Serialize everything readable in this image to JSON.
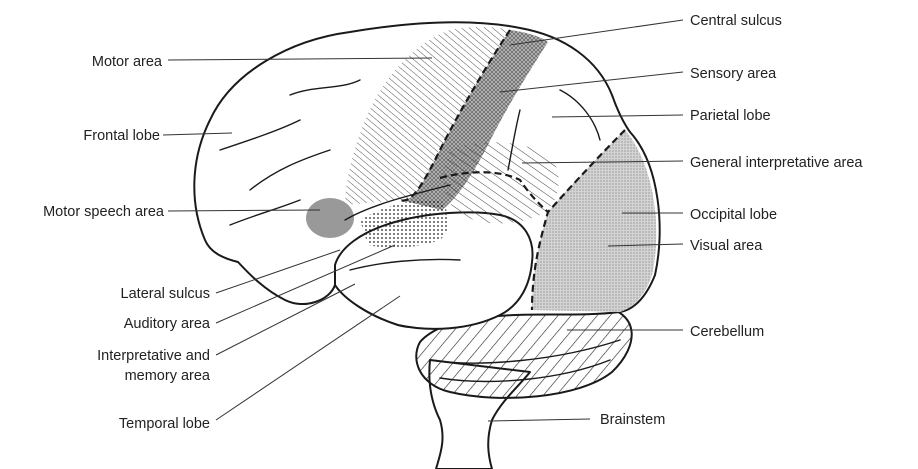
{
  "labels_left": {
    "motor_area": "Motor area",
    "frontal_lobe": "Frontal lobe",
    "motor_speech_area": "Motor speech area",
    "lateral_sulcus": "Lateral sulcus",
    "auditory_area": "Auditory area",
    "interpretative_memory_line1": "Interpretative and",
    "interpretative_memory_line2": "memory area",
    "temporal_lobe": "Temporal lobe"
  },
  "labels_right": {
    "central_sulcus": "Central sulcus",
    "sensory_area": "Sensory area",
    "parietal_lobe": "Parietal lobe",
    "general_interpretative_area": "General interpretative area",
    "occipital_lobe": "Occipital lobe",
    "visual_area": "Visual area",
    "cerebellum": "Cerebellum",
    "brainstem": "Brainstem"
  },
  "colors": {
    "outline": "#1a1a1a",
    "text": "#222222",
    "shading": "#9a9a9a"
  }
}
